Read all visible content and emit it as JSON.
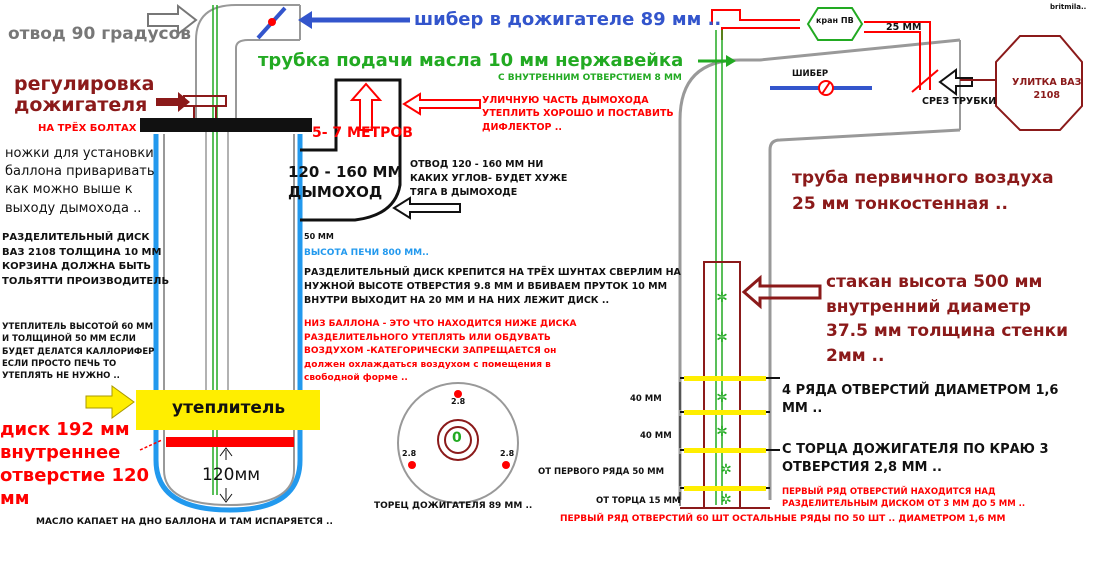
{
  "colors": {
    "darkred": "#8b1a1a",
    "red": "#ff0000",
    "blue": "#3355cc",
    "lightblue": "#2299ee",
    "green": "#22aa22",
    "yellow": "#ffee00",
    "black": "#000000",
    "gray": "#999999"
  },
  "labels": {
    "elbow90": "отвод 90 градусов",
    "shiber89": "шибер в дожигателе 89 мм ..",
    "oil_tube": "трубка подачи масла 10 мм нержавейка",
    "inner_hole": "С ВНУТРЕННИМ ОТВЕРСТИЕМ 8 ММ",
    "burner_adjust": "регулировка\nдожигателя",
    "three_bolts": "НА ТРЁХ БОЛТАХ",
    "legs": "ножки для установки\nбаллона приваривать\nкак можно выше к\nвыходу дымохода ..",
    "disk_2108": "РАЗДЕЛИТЕЛЬНЫЙ ДИСК\nВАЗ 2108  ТОЛЩИНА 10 ММ\nКОРЗИНА ДОЛЖНА БЫТЬ\nТОЛЬЯТТИ ПРОИЗВОДИТЕЛЬ",
    "insulation_note": "УТЕПЛИТЕЛЬ ВЫСОТОЙ 60 ММ\nИ ТОЛЩИНОЙ 50 ММ  ЕСЛИ\nБУДЕТ ДЕЛАТСЯ КАЛЛОРИФЕР\nЕСЛИ ПРОСТО ПЕЧЬ ТО\nУТЕПЛЯТЬ НЕ НУЖНО ..",
    "disk192": "диск 192 мм\nвнутреннее\nотверстие 120\nмм",
    "insulation": "утеплитель",
    "mm120": "120мм",
    "oil_drips": "МАСЛО КАПАЕТ НА ДНО БАЛЛОНА И ТАМ ИСПАРЯЕТСЯ ..",
    "meters": "5- 7 МЕТРОВ",
    "chimney": "120 - 160 ММ\nДЫМОХОД",
    "insulate_outside": "УЛИЧНУЮ ЧАСТЬ ДЫМОХОДА\nУТЕПЛИТЬ ХОРОШО И ПОСТАВИТЬ\nДИФЛЕКТОР ..",
    "elbow_note": "ОТВОД 120 - 160 ММ НИ\nКАКИХ УГЛОВ- БУДЕТ ХУЖЕ\nТЯГА В ДЫМОХОДЕ",
    "mm50": "50 ММ",
    "stove_height": "ВЫСОТА ПЕЧИ 800 ММ..",
    "disk_mount": "РАЗДЕЛИТЕЛЬНЫЙ ДИСК КРЕПИТСЯ НА ТРЁХ ШУНТАХ СВЕРЛИМ НА\nНУЖНОЙ ВЫСОТЕ ОТВЕРСТИЯ 9.8 ММ И ВБИВАЕМ ПРУТОК 10 ММ\nВНУТРИ ВЫХОДИТ НА 20 ММ И НА НИХ ЛЕЖИТ ДИСК ..",
    "bottom_note": "НИЗ БАЛЛОНА - ЭТО ЧТО НАХОДИТСЯ НИЖЕ ДИСКА\nРАЗДЕЛИТЕЛЬНОГО  УТЕПЛЯТЬ ИЛИ ОБДУВАТЬ\nВОЗДУХОМ -КАТЕГОРИЧЕСКИ ЗАПРЕЩАЕТСЯ  он\nдолжен охлаждаться воздухом с помещения в\nсвободной форме ..",
    "end_face": "ТОРЕЦ ДОЖИГАТЕЛЯ 89 ММ ..",
    "hole_val": "2.8",
    "center_val": "0",
    "kran": "кран ПВ",
    "mm25": "25 ММ",
    "shiber": "ШИБЕР",
    "volute": "УЛИТКА ВАЗ\n2108",
    "cut": "СРЕЗ ТРУБКИ",
    "primary_air": "труба первичного воздуха\n25 мм тонкостенная ..",
    "cup": "стакан высота 500 мм\nвнутренний диаметр\n37.5 мм толщина стенки\n2мм ..",
    "rows4": "4 РЯДА ОТВЕРСТИЙ ДИАМЕТРОМ 1,6\nММ ..",
    "holes3": "С ТОРЦА ДОЖИГАТЕЛЯ ПО КРАЮ 3\nОТВЕРСТИЯ 2,8 ММ ..",
    "mm40a": "40 ММ",
    "mm40b": "40 ММ",
    "from_first": "ОТ ПЕРВОГО РЯДА 50 ММ",
    "from_end": "ОТ ТОРЦА 15 ММ",
    "first_row_note": "ПЕРВЫЙ РЯД ОТВЕРСТИЙ НАХОДИТСЯ НАД\nРАЗДЕЛИТЕЛЬНЫМ ДИСКОМ ОТ 3 ММ ДО 5 ММ ..",
    "first_row_count": "ПЕРВЫЙ РЯД ОТВЕРСТИЙ 60 ШТ  ОСТАЛЬНЫЕ РЯДЫ ПО 50 ШТ .. ДИАМЕТРОМ 1,6 ММ",
    "watermark": "britmila.."
  }
}
